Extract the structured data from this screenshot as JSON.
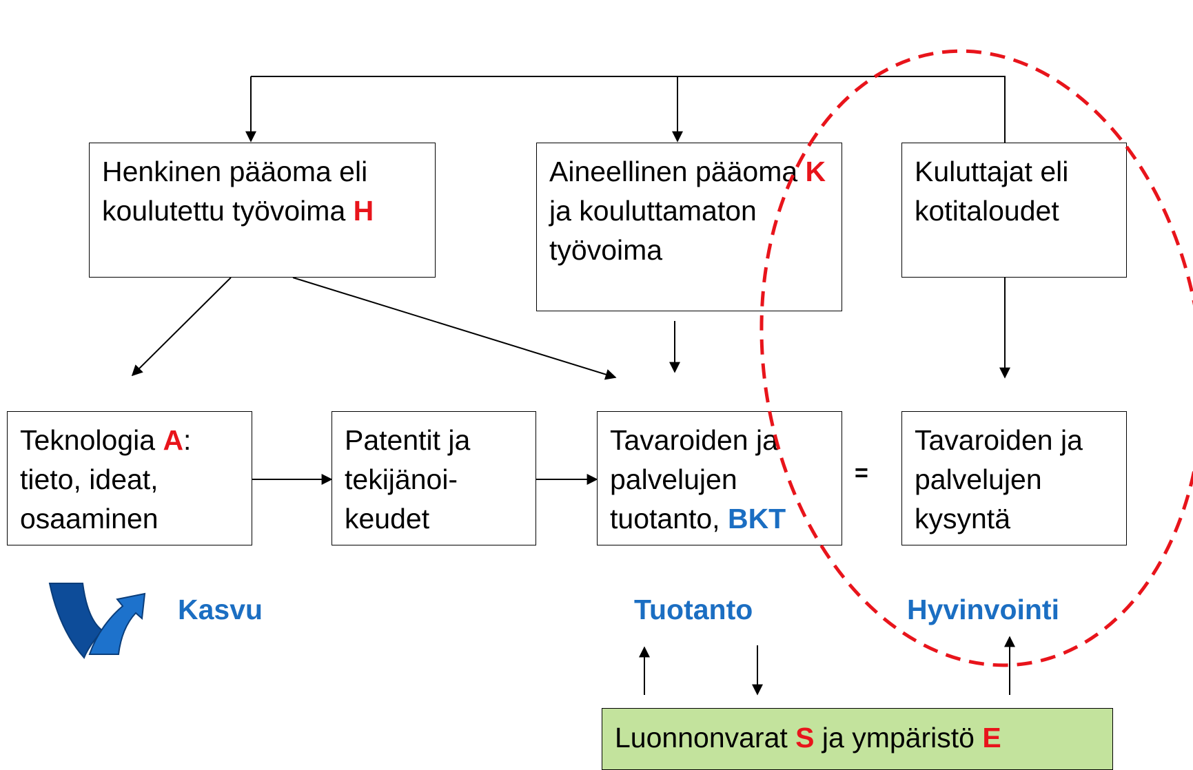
{
  "boxes": {
    "human_capital": {
      "text": "Henkinen pääoma eli koulutettu työvoima ",
      "symbol": "H"
    },
    "physical_capital": {
      "text1": "Aineellinen pääoma ",
      "symbol": "K",
      "text2": " ja kouluttamaton työvoima"
    },
    "consumers": {
      "text": "Kuluttajat eli kotitaloudet"
    },
    "technology": {
      "text1": "Teknologia ",
      "symbol": "A",
      "text2": ": tieto, ideat, osaaminen"
    },
    "patents": {
      "text": "Patentit ja tekijänoi-keudet"
    },
    "production": {
      "text": "Tavaroiden ja palvelujen tuotanto, ",
      "symbol": "BKT"
    },
    "demand": {
      "text": "Tavaroiden ja palvelujen kysyntä"
    },
    "natural_resources": {
      "text1": "Luonnonvarat ",
      "symbol1": "S",
      "text2": " ja ympäristö ",
      "symbol2": "E"
    }
  },
  "equals_sign": "=",
  "labels": {
    "growth": "Kasvu",
    "production": "Tuotanto",
    "welfare": "Hyvinvointi"
  },
  "colors": {
    "symbol": "#e8141b",
    "label": "#1b6ec2",
    "ellipse": "#e8141b",
    "nature_box": "#c3e39d"
  },
  "icons": {
    "growth": "curved-up-arrow-icon"
  }
}
